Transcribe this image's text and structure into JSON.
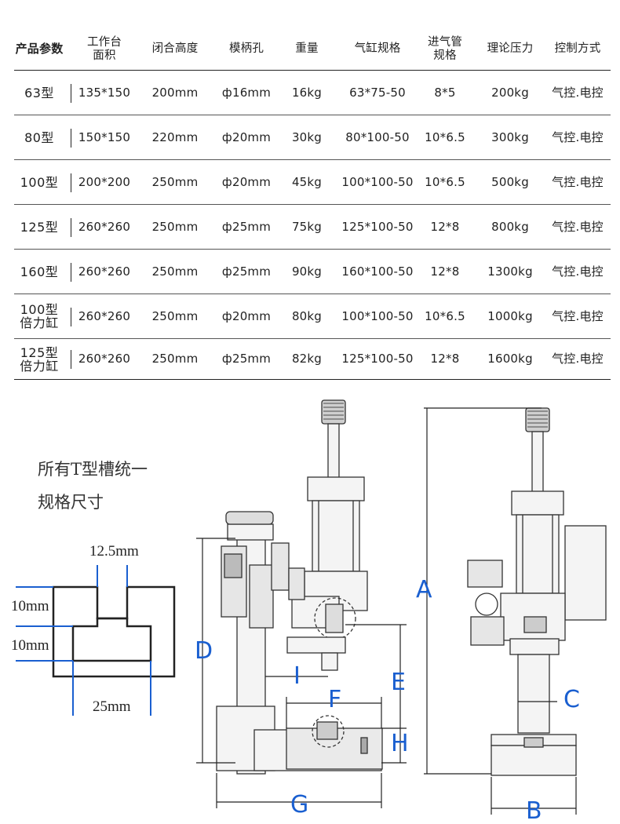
{
  "table": {
    "headers": [
      "产品参数",
      "工作台\n面积",
      "闭合高度",
      "模柄孔",
      "重量",
      "气缸规格",
      "进气管\n规格",
      "理论压力",
      "控制方式"
    ],
    "rows": [
      [
        "63型",
        "135*150",
        "200mm",
        "ф16mm",
        "16kg",
        "63*75-50",
        "8*5",
        "200kg",
        "气控.电控"
      ],
      [
        "80型",
        "150*150",
        "220mm",
        "ф20mm",
        "30kg",
        "80*100-50",
        "10*6.5",
        "300kg",
        "气控.电控"
      ],
      [
        "100型",
        "200*200",
        "250mm",
        "ф20mm",
        "45kg",
        "100*100-50",
        "10*6.5",
        "500kg",
        "气控.电控"
      ],
      [
        "125型",
        "260*260",
        "250mm",
        "ф25mm",
        "75kg",
        "125*100-50",
        "12*8",
        "800kg",
        "气控.电控"
      ],
      [
        "160型",
        "260*260",
        "250mm",
        "ф25mm",
        "90kg",
        "160*100-50",
        "12*8",
        "1300kg",
        "气控.电控"
      ],
      [
        "100型\n倍力缸",
        "260*260",
        "250mm",
        "ф20mm",
        "80kg",
        "100*100-50",
        "10*6.5",
        "1000kg",
        "气控.电控"
      ],
      [
        "125型\n倍力缸",
        "260*260",
        "250mm",
        "ф25mm",
        "82kg",
        "125*100-50",
        "12*8",
        "1600kg",
        "气控.电控"
      ]
    ]
  },
  "slot_note": {
    "line1": "所有T型槽统一",
    "line2": "规格尺寸",
    "dim_top": "12.5mm",
    "dim_upper": "10mm",
    "dim_lower": "10mm",
    "dim_bottom": "25mm"
  },
  "dimension_labels": {
    "A": "A",
    "B": "B",
    "C": "C",
    "D": "D",
    "E": "E",
    "F": "F",
    "G": "G",
    "H": "H",
    "I": "I"
  },
  "colors": {
    "dimension_accent": "#1a5fd0",
    "line": "#222222"
  }
}
